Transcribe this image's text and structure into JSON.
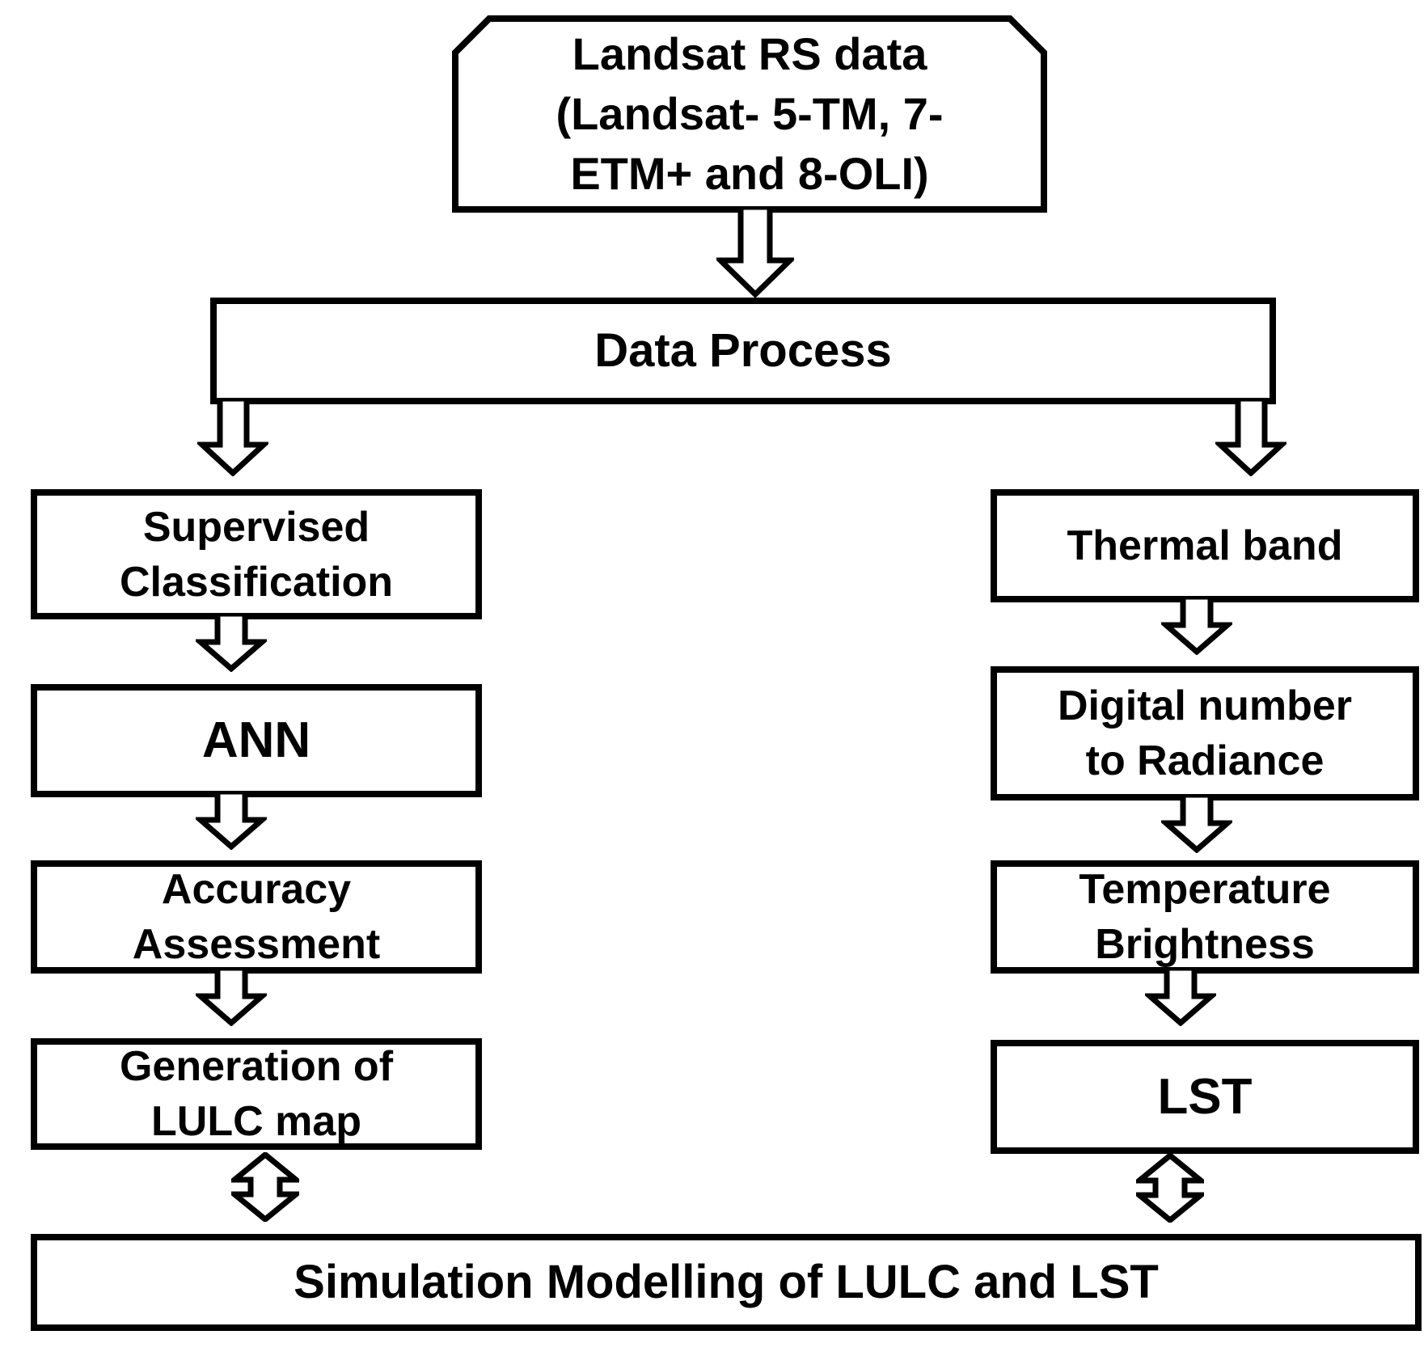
{
  "colors": {
    "ink": "#000000",
    "paper": "#ffffff"
  },
  "nodes": {
    "landsat": {
      "label": "Landsat RS data\n(Landsat- 5-TM, 7-\nETM+ and 8-OLI)"
    },
    "data_process": {
      "label": "Data Process"
    },
    "supervised": {
      "label": "Supervised\nClassification"
    },
    "ann": {
      "label": "ANN"
    },
    "accuracy": {
      "label": "Accuracy\nAssessment"
    },
    "generation": {
      "label": "Generation of\nLULC map"
    },
    "thermal": {
      "label": "Thermal band"
    },
    "digital": {
      "label": "Digital number\nto Radiance"
    },
    "temperature": {
      "label": "Temperature\nBrightness"
    },
    "lst": {
      "label": "LST"
    },
    "simulation": {
      "label": "Simulation Modelling of LULC and LST"
    }
  },
  "edges": [
    {
      "from": "landsat",
      "to": "data_process",
      "type": "down"
    },
    {
      "from": "data_process",
      "to": "supervised",
      "type": "down"
    },
    {
      "from": "data_process",
      "to": "thermal",
      "type": "down"
    },
    {
      "from": "supervised",
      "to": "ann",
      "type": "down"
    },
    {
      "from": "ann",
      "to": "accuracy",
      "type": "down"
    },
    {
      "from": "accuracy",
      "to": "generation",
      "type": "down"
    },
    {
      "from": "thermal",
      "to": "digital",
      "type": "down"
    },
    {
      "from": "digital",
      "to": "temperature",
      "type": "down"
    },
    {
      "from": "temperature",
      "to": "lst",
      "type": "down"
    },
    {
      "from": "generation",
      "to": "simulation",
      "type": "bidirectional"
    },
    {
      "from": "lst",
      "to": "simulation",
      "type": "bidirectional"
    }
  ]
}
